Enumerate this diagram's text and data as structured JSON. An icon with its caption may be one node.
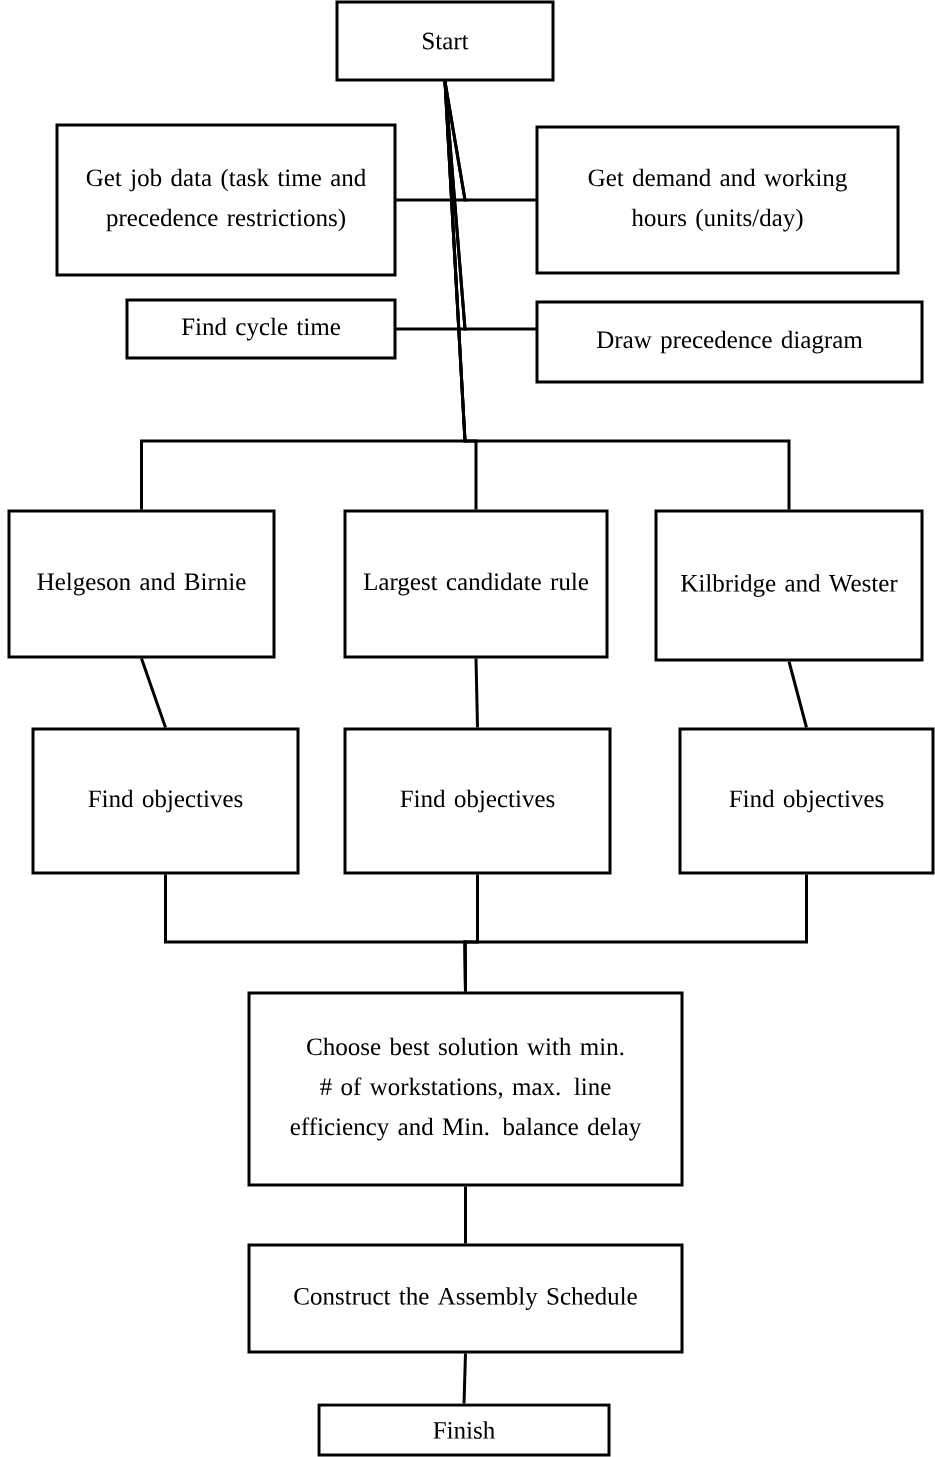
{
  "diagram": {
    "nodes": [
      {
        "text": [
          "Start"
        ]
      },
      {
        "text": [
          "Get job data (task time and precedence restrictions)"
        ]
      },
      {
        "text": [
          "Get demand and working hours (units/day)"
        ]
      },
      {
        "text": [
          "Find cycle time"
        ]
      },
      {
        "text": [
          "Draw precedence diagram"
        ]
      },
      {
        "text": [
          "Helgeson and Birnie"
        ]
      },
      {
        "text": [
          "Largest candidate rule"
        ]
      },
      {
        "text": [
          "Kilbridge and Wester"
        ]
      },
      {
        "text": [
          "Find objectives"
        ]
      },
      {
        "text": [
          "Find objectives"
        ]
      },
      {
        "text": [
          "Find objectives"
        ]
      },
      {
        "text": [
          "Choose best solution with min. # of workstations, max. line efficiency and Min. balance delay"
        ]
      },
      {
        "text": [
          "Construct the Assembly Schedule"
        ]
      },
      {
        "text": [
          "Finish"
        ]
      }
    ],
    "edges": [
      {
        "from": 0,
        "to": 1,
        "arrow": "none"
      },
      {
        "from": 0,
        "to": 2,
        "arrow": "none"
      },
      {
        "from": 0,
        "to": 3,
        "arrow": "none"
      },
      {
        "from": 0,
        "to": 4,
        "arrow": "none"
      },
      {
        "from": 0,
        "to": 5,
        "arrow": "none"
      },
      {
        "from": 0,
        "to": 6,
        "arrow": "none"
      },
      {
        "from": 0,
        "to": 7,
        "arrow": "none"
      },
      {
        "from": 5,
        "to": 8,
        "arrow": "none"
      },
      {
        "from": 6,
        "to": 9,
        "arrow": "none"
      },
      {
        "from": 7,
        "to": 10,
        "arrow": "none"
      },
      {
        "from": 8,
        "to": 11,
        "arrow": "none"
      },
      {
        "from": 9,
        "to": 11,
        "arrow": "none"
      },
      {
        "from": 10,
        "to": 11,
        "arrow": "none"
      },
      {
        "from": 11,
        "to": 12,
        "arrow": "none"
      },
      {
        "from": 12,
        "to": 13,
        "arrow": "none"
      }
    ]
  }
}
